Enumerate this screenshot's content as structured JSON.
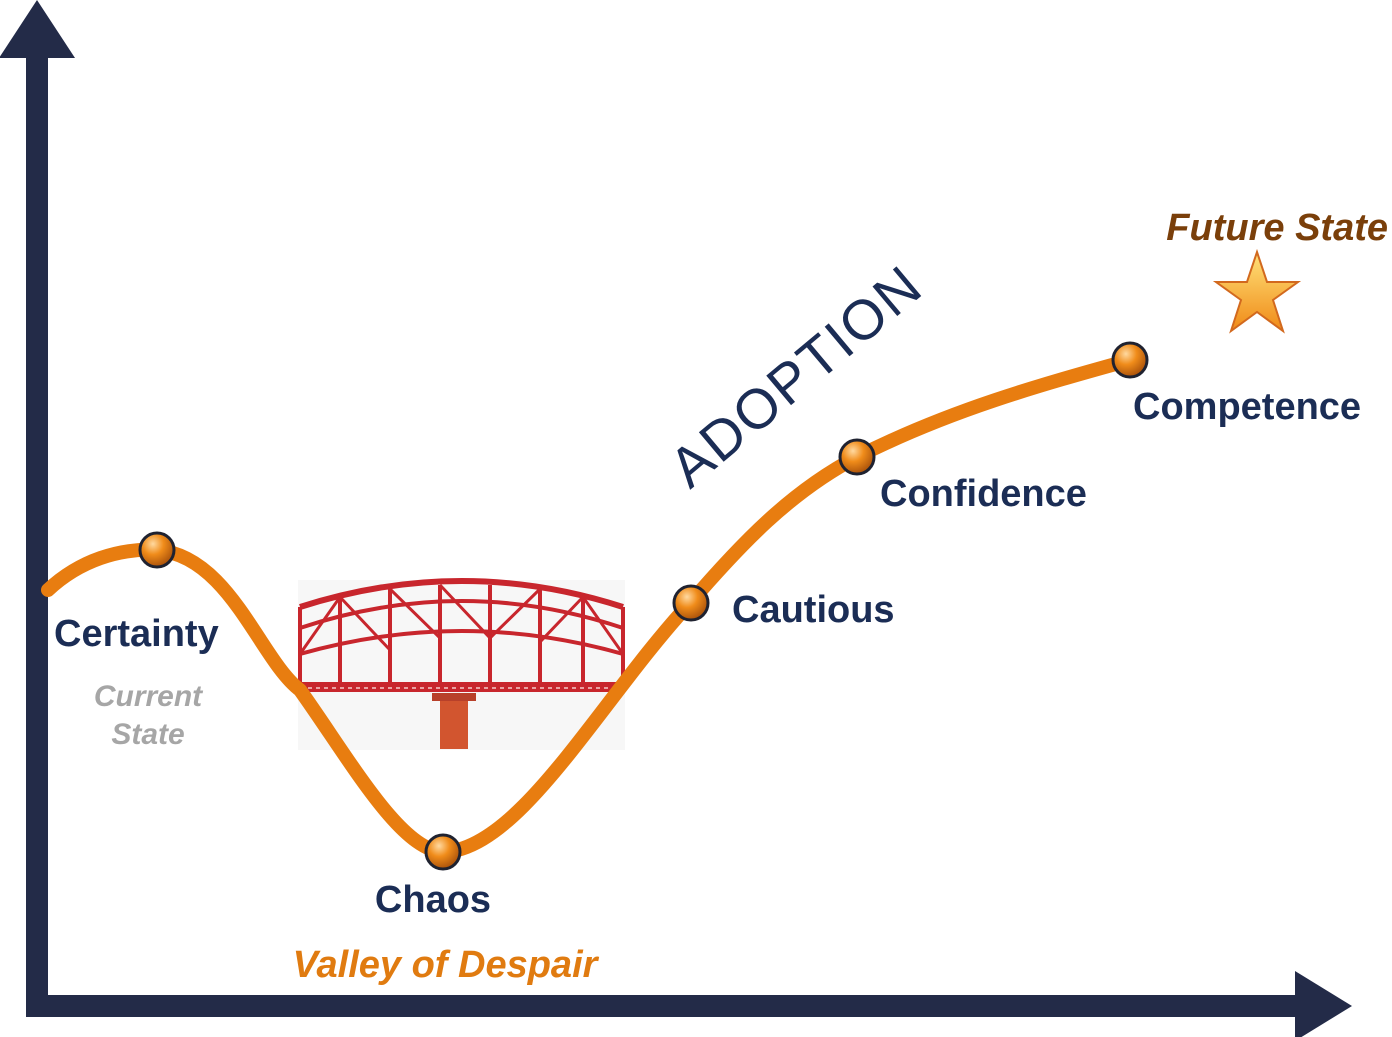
{
  "colors": {
    "axis": "#232b48",
    "curve": "#e87d10",
    "label": "#1b2d55",
    "current_state": "#a6a6a6",
    "valley": "#e07b10",
    "future_state": "#7a3f0a",
    "star": "#f39a1e",
    "bridge": "#c8262d",
    "pier": "#d2552f"
  },
  "stages": [
    {
      "id": "certainty",
      "label": "Certainty",
      "sublabel": "Current State"
    },
    {
      "id": "chaos",
      "label": "Chaos",
      "sublabel": "Valley of Despair"
    },
    {
      "id": "cautious",
      "label": "Cautious"
    },
    {
      "id": "confidence",
      "label": "Confidence"
    },
    {
      "id": "competence",
      "label": "Competence"
    }
  ],
  "curve_label": "ADOPTION",
  "goal": {
    "label": "Future State",
    "icon": "star-icon"
  },
  "illustration": {
    "icon": "bridge-icon"
  }
}
